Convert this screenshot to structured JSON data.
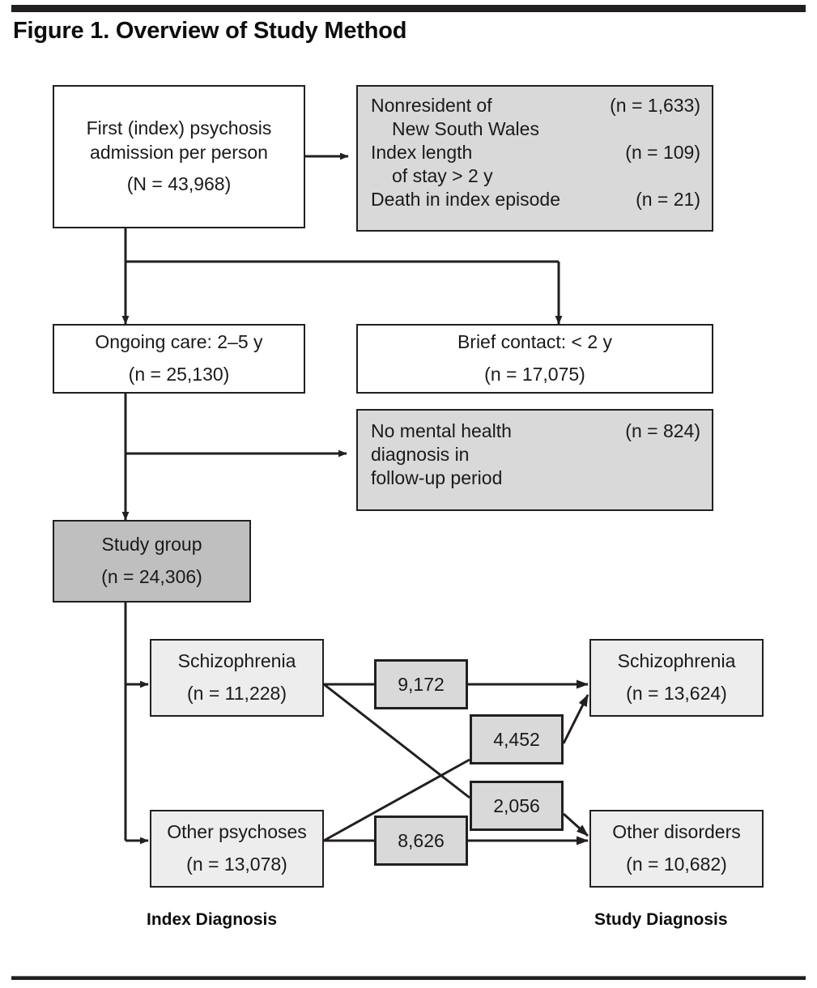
{
  "figure": {
    "title": "Figure 1. Overview of Study Method"
  },
  "nodes": {
    "index_admission": {
      "line1": "First (index) psychosis",
      "line2": "admission per person",
      "count": "(N = 43,968)"
    },
    "ongoing_care": {
      "line1": "Ongoing care: 2–5 y",
      "count": "(n = 25,130)"
    },
    "brief_contact": {
      "line1": "Brief contact: < 2 y",
      "count": "(n = 17,075)"
    },
    "study_group": {
      "line1": "Study group",
      "count": "(n = 24,306)"
    },
    "index_schizophrenia": {
      "line1": "Schizophrenia",
      "count": "(n = 11,228)"
    },
    "index_other_psychoses": {
      "line1": "Other psychoses",
      "count": "(n = 13,078)"
    },
    "study_schizophrenia": {
      "line1": "Schizophrenia",
      "count": "(n = 13,624)"
    },
    "study_other_disorders": {
      "line1": "Other disorders",
      "count": "(n = 10,682)"
    }
  },
  "exclusions_initial": {
    "rows": [
      {
        "label": "Nonresident of",
        "continuation": "New South Wales",
        "count": "(n = 1,633)"
      },
      {
        "label": "Index length",
        "continuation": "of stay > 2 y",
        "count": "(n = 109)"
      },
      {
        "label": "Death in index episode",
        "continuation": "",
        "count": "(n = 21)"
      }
    ]
  },
  "exclusions_followup": {
    "rows": [
      {
        "label": "No mental health",
        "continuation": "",
        "count": "(n = 824)"
      },
      {
        "label": "diagnosis in",
        "continuation": "",
        "count": ""
      },
      {
        "label": "follow-up period",
        "continuation": "",
        "count": ""
      }
    ]
  },
  "flows": {
    "schizophrenia_to_schizophrenia": "9,172",
    "other_to_schizophrenia": "4,452",
    "schizophrenia_to_other": "2,056",
    "other_to_other": "8,626"
  },
  "captions": {
    "index": "Index Diagnosis",
    "study": "Study Diagnosis"
  },
  "colors": {
    "ink": "#231f20",
    "shade_light": "#ededed",
    "shade_mid": "#d9d9d9",
    "shade_dark": "#bfbfbf",
    "paper": "#ffffff"
  },
  "chart_data": {
    "type": "diagram",
    "title": "Figure 1. Overview of Study Method",
    "nodes": [
      {
        "id": "index_admission",
        "label": "First (index) psychosis admission per person",
        "n": 43968
      },
      {
        "id": "excl_nonresident",
        "label": "Nonresident of New South Wales",
        "n": 1633
      },
      {
        "id": "excl_long_stay",
        "label": "Index length of stay > 2 y",
        "n": 109
      },
      {
        "id": "excl_death",
        "label": "Death in index episode",
        "n": 21
      },
      {
        "id": "ongoing_care",
        "label": "Ongoing care: 2–5 y",
        "n": 25130
      },
      {
        "id": "brief_contact",
        "label": "Brief contact: < 2 y",
        "n": 17075
      },
      {
        "id": "excl_no_dx",
        "label": "No mental health diagnosis in follow-up period",
        "n": 824
      },
      {
        "id": "study_group",
        "label": "Study group",
        "n": 24306
      },
      {
        "id": "index_schizophrenia",
        "label": "Schizophrenia",
        "n": 11228
      },
      {
        "id": "index_other_psychoses",
        "label": "Other psychoses",
        "n": 13078
      },
      {
        "id": "study_schizophrenia",
        "label": "Schizophrenia",
        "n": 13624
      },
      {
        "id": "study_other_disorders",
        "label": "Other disorders",
        "n": 10682
      }
    ],
    "edges": [
      {
        "from": "index_admission",
        "to": "excl_nonresident"
      },
      {
        "from": "index_admission",
        "to": "ongoing_care"
      },
      {
        "from": "index_admission",
        "to": "brief_contact"
      },
      {
        "from": "ongoing_care",
        "to": "excl_no_dx"
      },
      {
        "from": "ongoing_care",
        "to": "study_group"
      },
      {
        "from": "study_group",
        "to": "index_schizophrenia"
      },
      {
        "from": "study_group",
        "to": "index_other_psychoses"
      },
      {
        "from": "index_schizophrenia",
        "to": "study_schizophrenia",
        "value": 9172
      },
      {
        "from": "index_other_psychoses",
        "to": "study_schizophrenia",
        "value": 4452
      },
      {
        "from": "index_schizophrenia",
        "to": "study_other_disorders",
        "value": 2056
      },
      {
        "from": "index_other_psychoses",
        "to": "study_other_disorders",
        "value": 8626
      }
    ]
  }
}
